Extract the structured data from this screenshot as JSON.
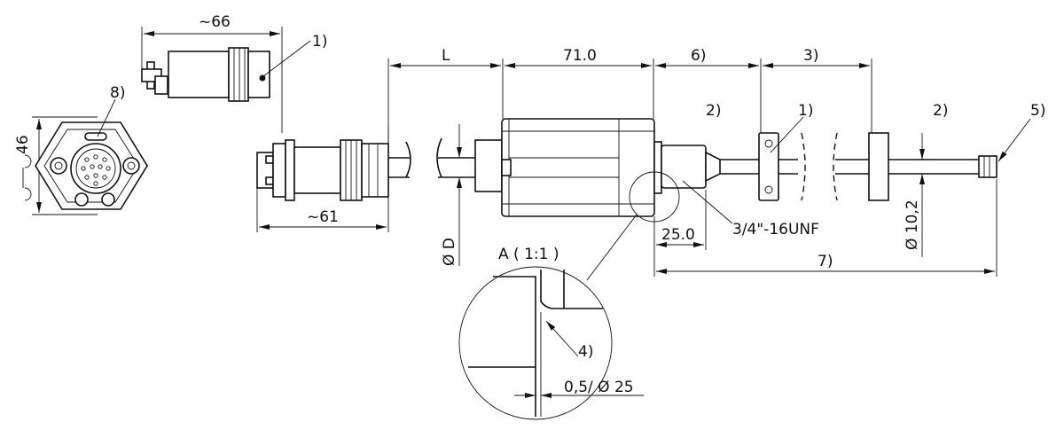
{
  "labels": {
    "conn_len": "~66",
    "note1_top": "1)",
    "note8": "8)",
    "hex_size": "46",
    "dim_L": "L",
    "dim_71": "71.0",
    "note6": "6)",
    "note3": "3)",
    "note2_left": "2)",
    "note1_flange": "1)",
    "note2_right": "2)",
    "note5": "5)",
    "plug_len": "~61",
    "dia_D": "Ø D",
    "thread": "3/4\"-16UNF",
    "dim_25": "25.0",
    "dia_rod": "Ø 10,2",
    "note7": "7)",
    "detail": "A ( 1:1 )",
    "note4": "4)",
    "gap": "0,5/ Ø 25"
  }
}
